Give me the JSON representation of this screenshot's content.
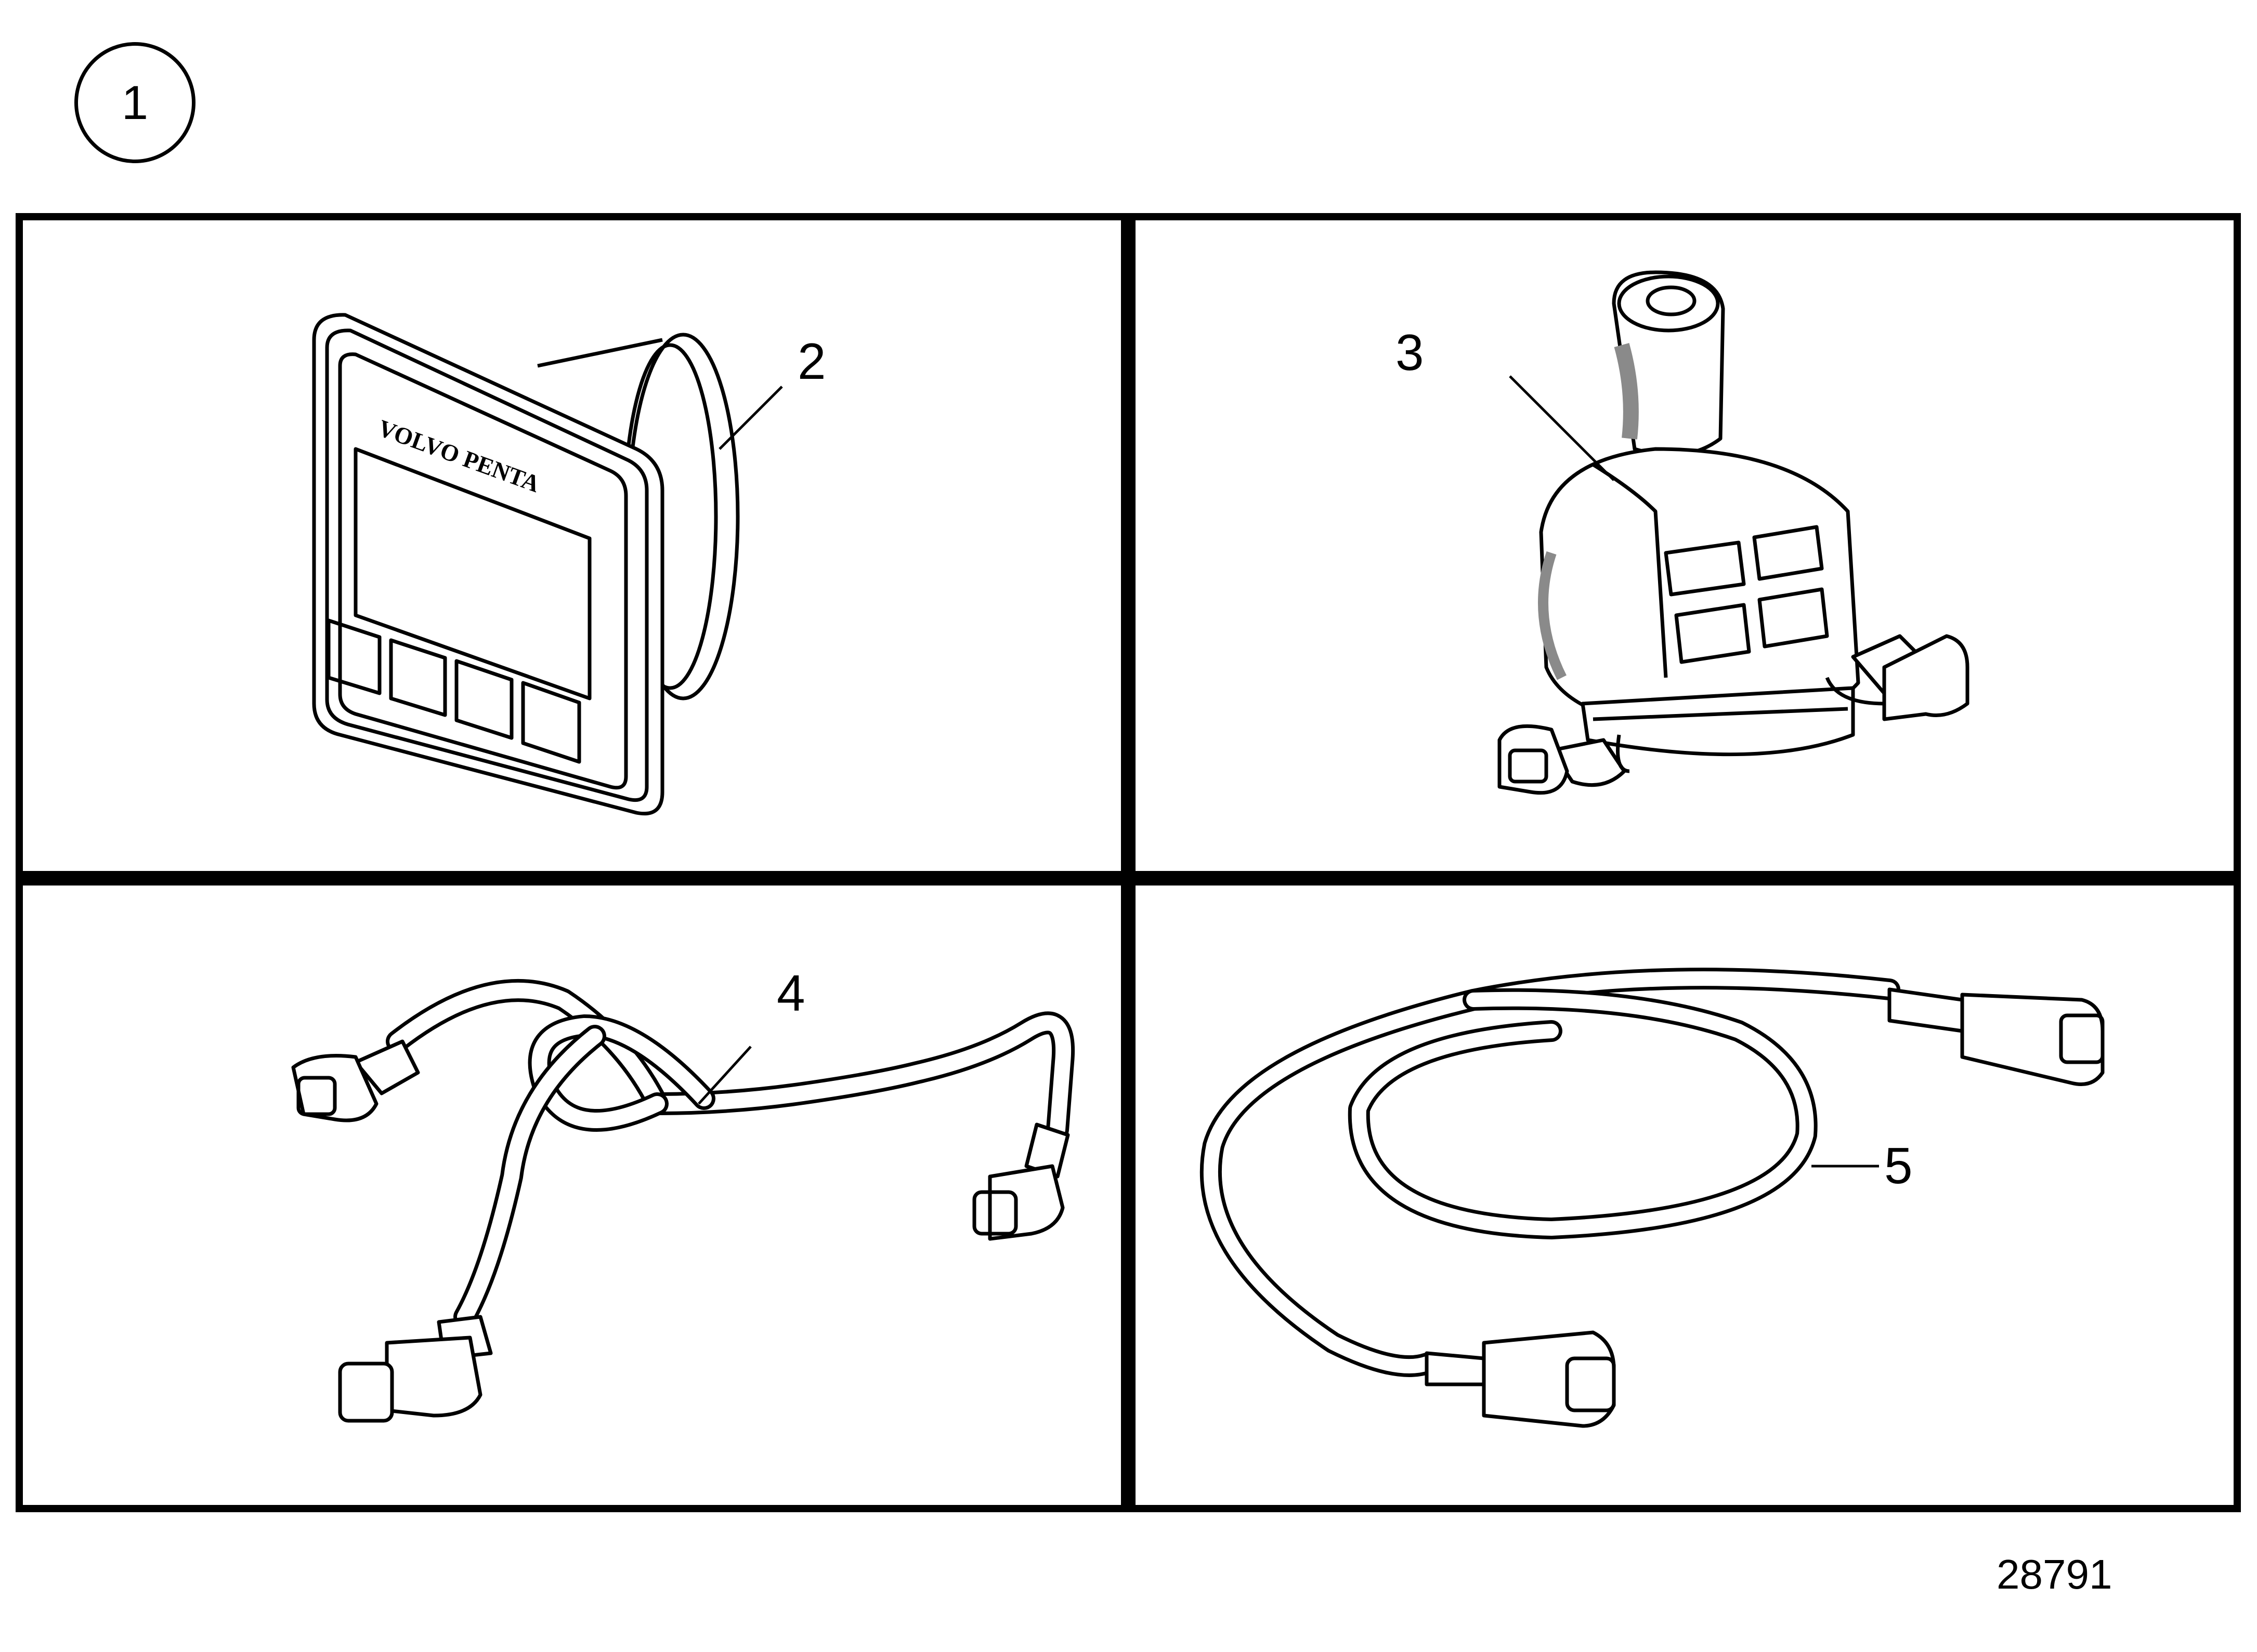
{
  "group_number": "1",
  "drawing_number": "28791",
  "panels": [
    {
      "id": "display",
      "callout": "2",
      "brand": "VOLVO PENTA"
    },
    {
      "id": "joystick",
      "callout": "3"
    },
    {
      "id": "y-cable",
      "callout": "4"
    },
    {
      "id": "extension-cable",
      "callout": "5"
    }
  ],
  "colors": {
    "line": "#000000",
    "background": "#ffffff",
    "shade": "#8a8a8a"
  }
}
